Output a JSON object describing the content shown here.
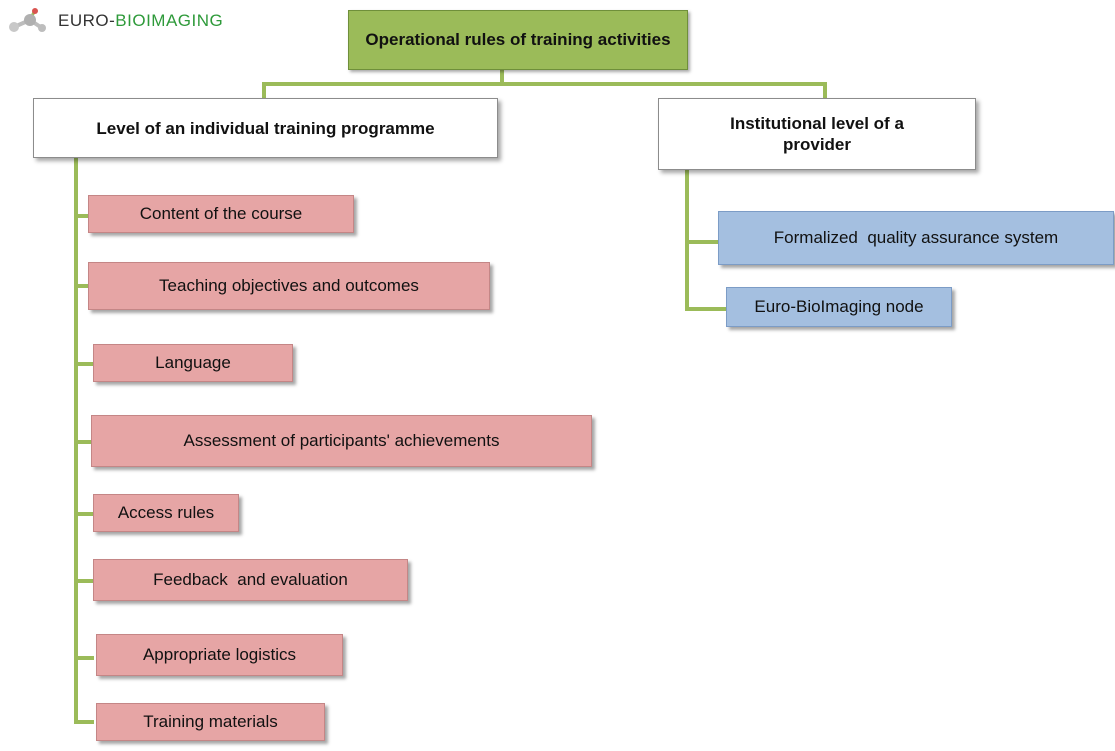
{
  "logo": {
    "prefix": "EURO-",
    "accent": "BIOIMAGING"
  },
  "root": {
    "label": "Operational rules of training activities"
  },
  "left_branch": {
    "label": "Level of an individual training programme",
    "items": [
      "Content of the course",
      "Teaching objectives and outcomes",
      "Language",
      "Assessment of participants' achievements",
      "Access rules",
      "Feedback  and evaluation",
      "Appropriate logistics",
      "Training materials"
    ]
  },
  "right_branch": {
    "label": "Institutional level of a provider",
    "items": [
      "Formalized  quality assurance system",
      "Euro-BioImaging node"
    ]
  },
  "colors": {
    "connector": "#9bbb59",
    "root_fill": "#9bbb59",
    "left_items_fill": "#e6a5a5",
    "right_items_fill": "#a4bfe0"
  }
}
